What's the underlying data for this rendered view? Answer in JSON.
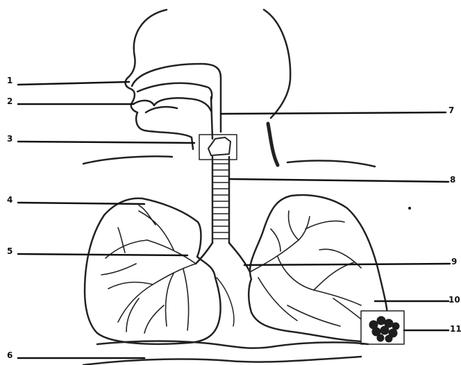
{
  "diagram": {
    "labels": {
      "n1": "1",
      "n2": "2",
      "n3": "3",
      "n4": "4",
      "n5": "5",
      "n6": "6",
      "n7": "7",
      "n8": "8",
      "n9": "9",
      "n10": "10",
      "n11": "11"
    },
    "colors": {
      "ink": "#111111",
      "outline": "#222222",
      "inset_bg": "#ffffff"
    }
  }
}
